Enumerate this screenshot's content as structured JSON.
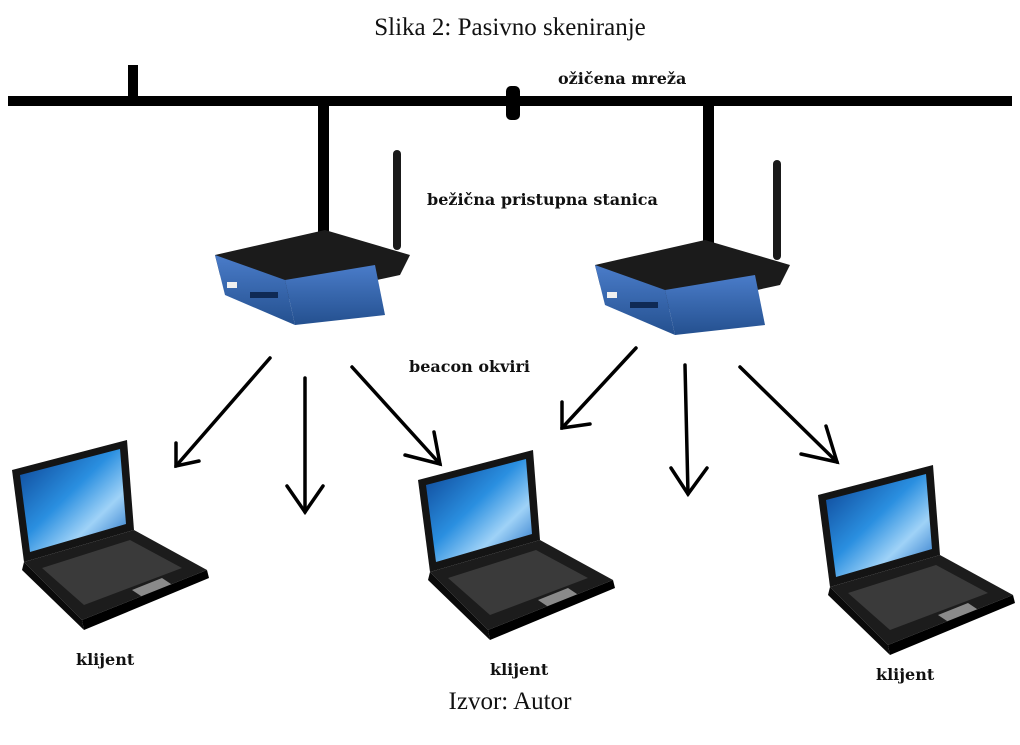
{
  "figure": {
    "title": "Slika 2: Pasivno skeniranje",
    "source": "Izvor: Autor"
  },
  "labels": {
    "wired_network": "ožičena mreža",
    "access_point": "bežična pristupna stanica",
    "beacon_frames": "beacon okviri",
    "client_1": "klijent",
    "client_2": "klijent",
    "client_3": "klijent"
  },
  "colors": {
    "router_body": "#2f5fae",
    "router_top": "#1a1a1a",
    "laptop_screen": "#1e7fd0",
    "laptop_body": "#111111"
  }
}
